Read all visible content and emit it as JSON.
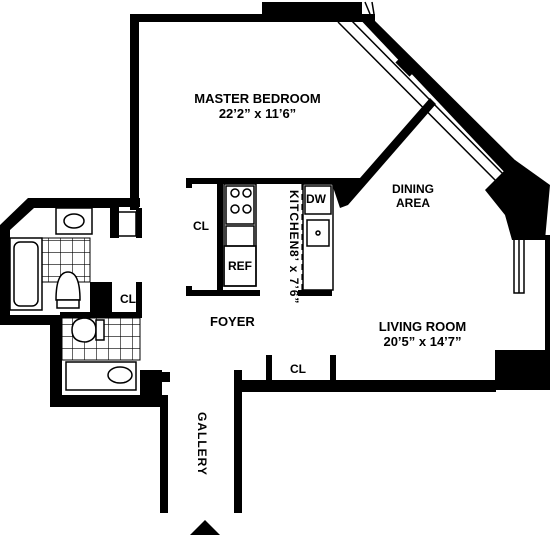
{
  "colors": {
    "wall": "#000000",
    "background": "#ffffff",
    "tile": "#000000"
  },
  "rooms": {
    "master_bedroom": {
      "name": "MASTER BEDROOM",
      "dims": "22’2” x 11’6”"
    },
    "kitchen": {
      "name": "KITCHEN",
      "dims": "8’ x 7’6”"
    },
    "dining": {
      "name": "DINING",
      "name2": "AREA"
    },
    "living_room": {
      "name": "LIVING ROOM",
      "dims": "20’5” x 14’7”"
    },
    "foyer": {
      "name": "FOYER"
    },
    "gallery": {
      "name": "GALLERY"
    }
  },
  "fixtures": {
    "closet": "CL",
    "refrigerator": "REF",
    "dishwasher": "DW"
  }
}
